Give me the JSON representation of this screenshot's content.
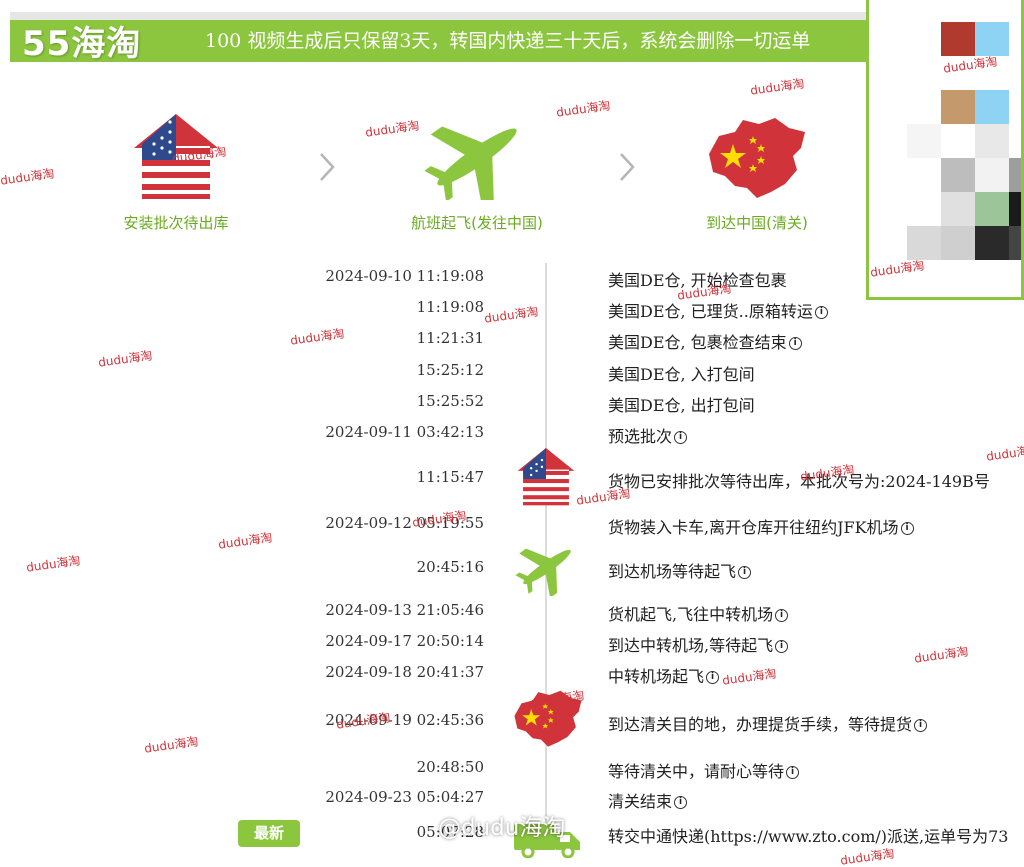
{
  "banner": {
    "brand": "55海淘",
    "notice": "视频生成后只保留3天，转国内快递三十天后，系统会删除一切运单",
    "notice_prefix": "100"
  },
  "steps": [
    {
      "label": "安装批次待出库",
      "icon": "us-flag-house-icon"
    },
    {
      "label": "航班起飞(发往中国)",
      "icon": "airplane-icon"
    },
    {
      "label": "到达中国(清关)",
      "icon": "china-map-icon"
    }
  ],
  "timeline": [
    {
      "date": "2024-09-10 11:19:08",
      "desc": "美国DE仓, 开始检查包裹",
      "info": false
    },
    {
      "date": "11:19:08",
      "desc": "美国DE仓, 已理货..原箱转运",
      "info": true
    },
    {
      "date": "11:21:31",
      "desc": "美国DE仓, 包裹检查结束",
      "info": true
    },
    {
      "date": "15:25:12",
      "desc": "美国DE仓, 入打包间",
      "info": false
    },
    {
      "date": "15:25:52",
      "desc": "美国DE仓, 出打包间",
      "info": false
    },
    {
      "date": "2024-09-11 03:42:13",
      "desc": "预选批次",
      "info": true
    },
    {
      "date": "11:15:47",
      "desc": "货物已安排批次等待出库，本批次号为:2024-149B号",
      "info": false
    },
    {
      "date": "2024-09-12 05:19:55",
      "desc": "货物装入卡车,离开仓库开往纽约JFK机场",
      "info": true
    },
    {
      "date": "20:45:16",
      "desc": "到达机场等待起飞",
      "info": true
    },
    {
      "date": "2024-09-13 21:05:46",
      "desc": "货机起飞,飞往中转机场",
      "info": true
    },
    {
      "date": "2024-09-17 20:50:14",
      "desc": "到达中转机场,等待起飞",
      "info": true
    },
    {
      "date": "2024-09-18 20:41:37",
      "desc": "中转机场起飞",
      "info": true
    },
    {
      "date": "2024-09-19 02:45:36",
      "desc": "到达清关目的地，办理提货手续，等待提货",
      "info": true
    },
    {
      "date": "20:48:50",
      "desc": "等待清关中，请耐心等待",
      "info": true
    },
    {
      "date": "2024-09-23 05:04:27",
      "desc": "清关结束",
      "info": true
    },
    {
      "date": "05:07:28",
      "desc": "转交中通快递(https://www.zto.com/)派送,运单号为73",
      "info": false
    }
  ],
  "newest_badge": "最新",
  "info_glyph": "i",
  "watermark": {
    "text": "dudu海淘",
    "big": "@dudu海淘"
  },
  "colors": {
    "brand_green": "#8cc63f",
    "label_green": "#6aab1f",
    "flag_red": "#d0333a",
    "flag_blue": "#2e4a8c"
  }
}
